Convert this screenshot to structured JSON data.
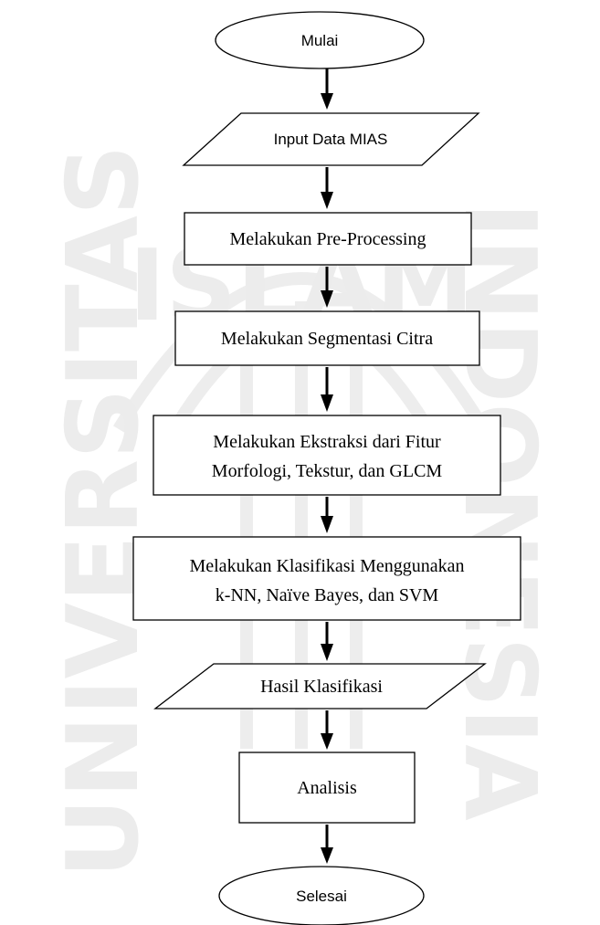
{
  "watermark": {
    "left_text": "UNIVERSITAS",
    "top_text": "ISLAM",
    "right_text": "INDONESIA"
  },
  "flowchart": {
    "start": "Mulai",
    "input": "Input Data MIAS",
    "preprocessing": "Melakukan Pre-Processing",
    "segmentation": "Melakukan Segmentasi Citra",
    "extraction": {
      "line1": "Melakukan Ekstraksi dari Fitur",
      "line2": "Morfologi, Tekstur, dan GLCM"
    },
    "classification": {
      "line1": "Melakukan Klasifikasi Menggunakan",
      "line2": "k-NN, Naïve Bayes, dan SVM"
    },
    "result": "Hasil Klasifikasi",
    "analysis": "Analisis",
    "end": "Selesai"
  }
}
